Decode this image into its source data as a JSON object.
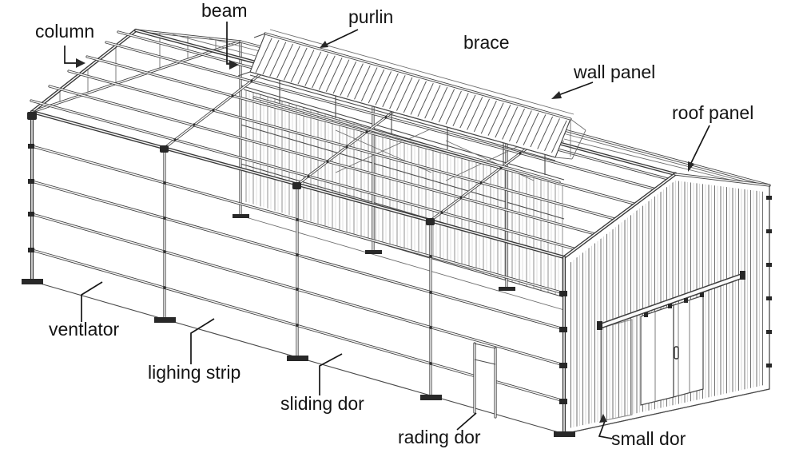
{
  "diagram": {
    "background": "#ffffff",
    "line_color": "#3f3f3f",
    "text_color": "#141414"
  },
  "labels": {
    "column": "column",
    "beam": "beam",
    "purlin": "purlin",
    "brace": "brace",
    "wall_panel": "wall panel",
    "roof_panel": "roof panel",
    "ventilator": "ventlator",
    "lighting_strip": "lighing strip",
    "sliding_door": "sliding dor",
    "radial_door": "rading dor",
    "small_door": "small dor"
  }
}
